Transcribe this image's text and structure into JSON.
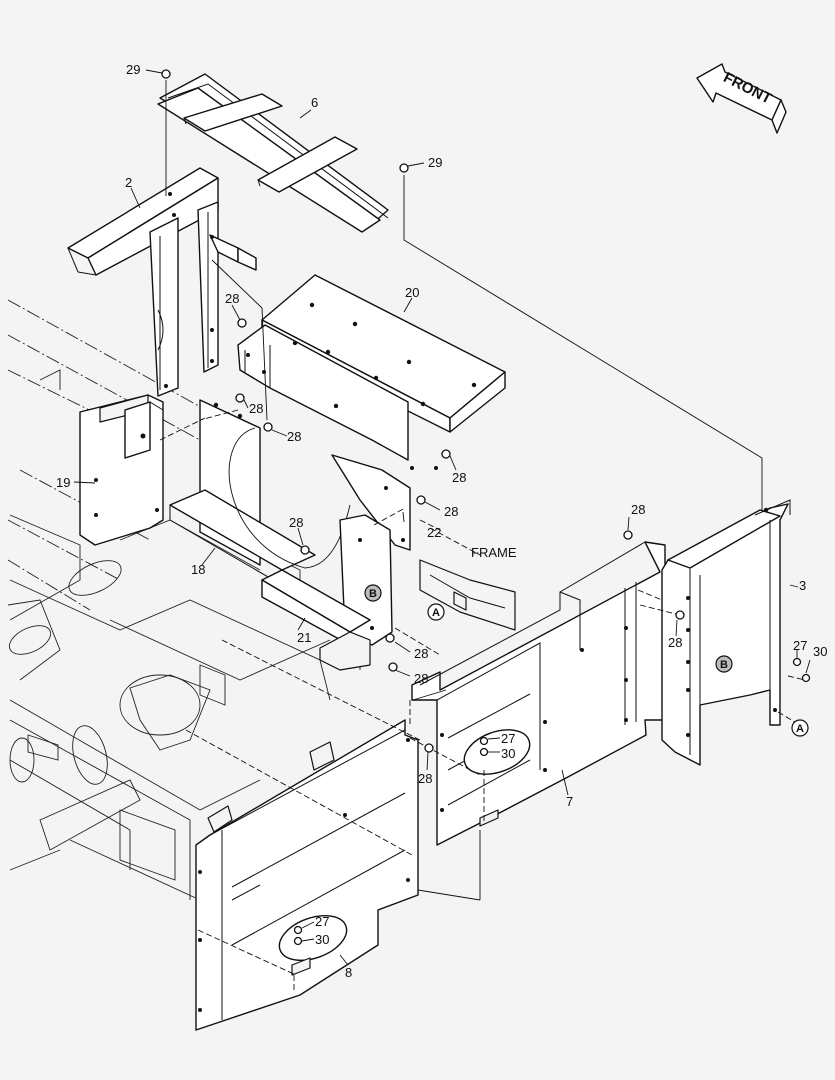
{
  "direction": {
    "label": "FRONT"
  },
  "frame_label": "FRAME",
  "part_numbers": {
    "p2": "2",
    "p3": "3",
    "p6": "6",
    "p7": "7",
    "p8": "8",
    "p18": "18",
    "p19": "19",
    "p20": "20",
    "p21": "21",
    "p22": "22",
    "p27": "27",
    "p28": "28",
    "p29": "29",
    "p30": "30"
  },
  "reference_marks": {
    "a": "A",
    "b": "B"
  }
}
